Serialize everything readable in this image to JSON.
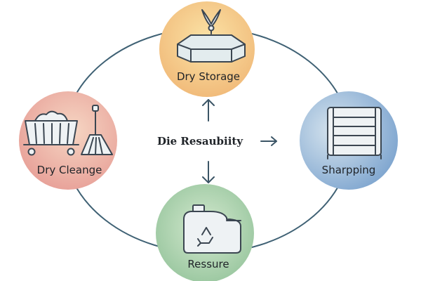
{
  "center": {
    "label": "Die Resaubiity"
  },
  "nodes": {
    "top": {
      "label": "Dry Storage",
      "icon": "storage-bin-icon",
      "color": "#f3c97f"
    },
    "right": {
      "label": "Sharpping",
      "icon": "shelving-rack-icon",
      "color": "#9ab8d6"
    },
    "bottom": {
      "label": "Ressure",
      "icon": "recycle-jug-icon",
      "color": "#a9cfa8"
    },
    "left": {
      "label": "Dry Cleange",
      "icon": "trash-cart-broom-icon",
      "color": "#e9a79d"
    }
  },
  "colors": {
    "ring": "#3f6174",
    "arrow": "#3b5566"
  }
}
